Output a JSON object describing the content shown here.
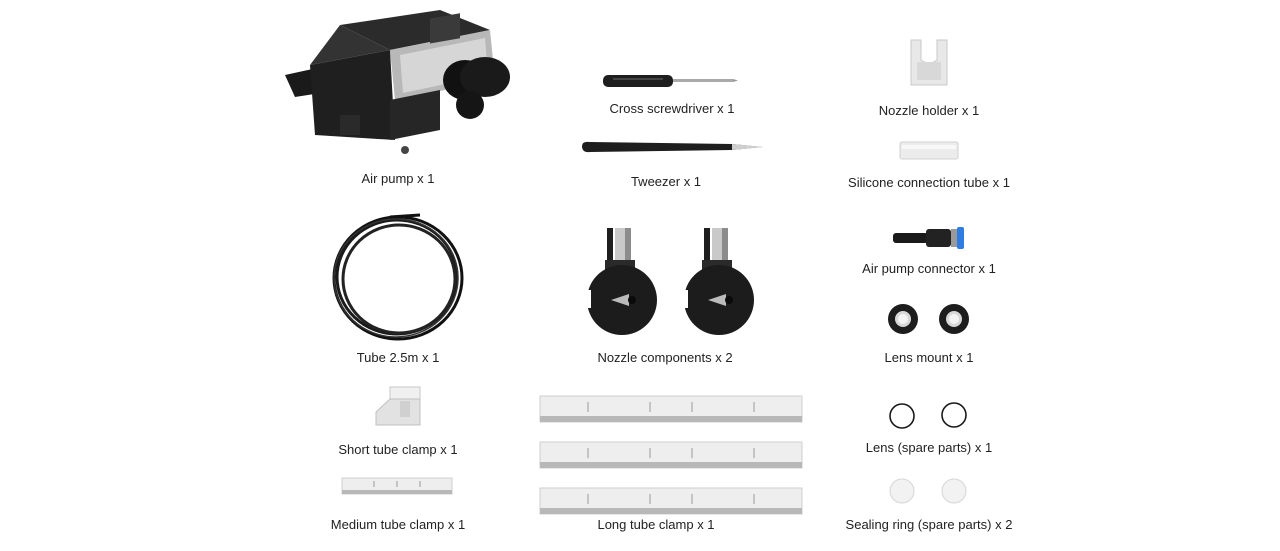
{
  "items": [
    {
      "label": "Air pump x 1",
      "icon": "air-pump"
    },
    {
      "label": "Cross screwdriver x 1",
      "icon": "screwdriver"
    },
    {
      "label": "Nozzle holder x 1",
      "icon": "nozzle-holder"
    },
    {
      "label": "Tweezer x 1",
      "icon": "tweezer"
    },
    {
      "label": "Silicone connection tube x 1",
      "icon": "silicone-tube"
    },
    {
      "label": "Tube 2.5m x 1",
      "icon": "tube-coil"
    },
    {
      "label": "Nozzle components x 2",
      "icon": "nozzle-components"
    },
    {
      "label": "Air pump connector x 1",
      "icon": "air-pump-connector"
    },
    {
      "label": "Lens mount x 1",
      "icon": "lens-mount"
    },
    {
      "label": "Short tube clamp x 1",
      "icon": "short-tube-clamp"
    },
    {
      "label": "Lens (spare parts) x 1",
      "icon": "lens"
    },
    {
      "label": "Medium tube clamp x 1",
      "icon": "medium-tube-clamp"
    },
    {
      "label": "Long tube clamp x 1",
      "icon": "long-tube-clamp"
    },
    {
      "label": "Sealing ring (spare parts) x 2",
      "icon": "sealing-ring"
    }
  ]
}
